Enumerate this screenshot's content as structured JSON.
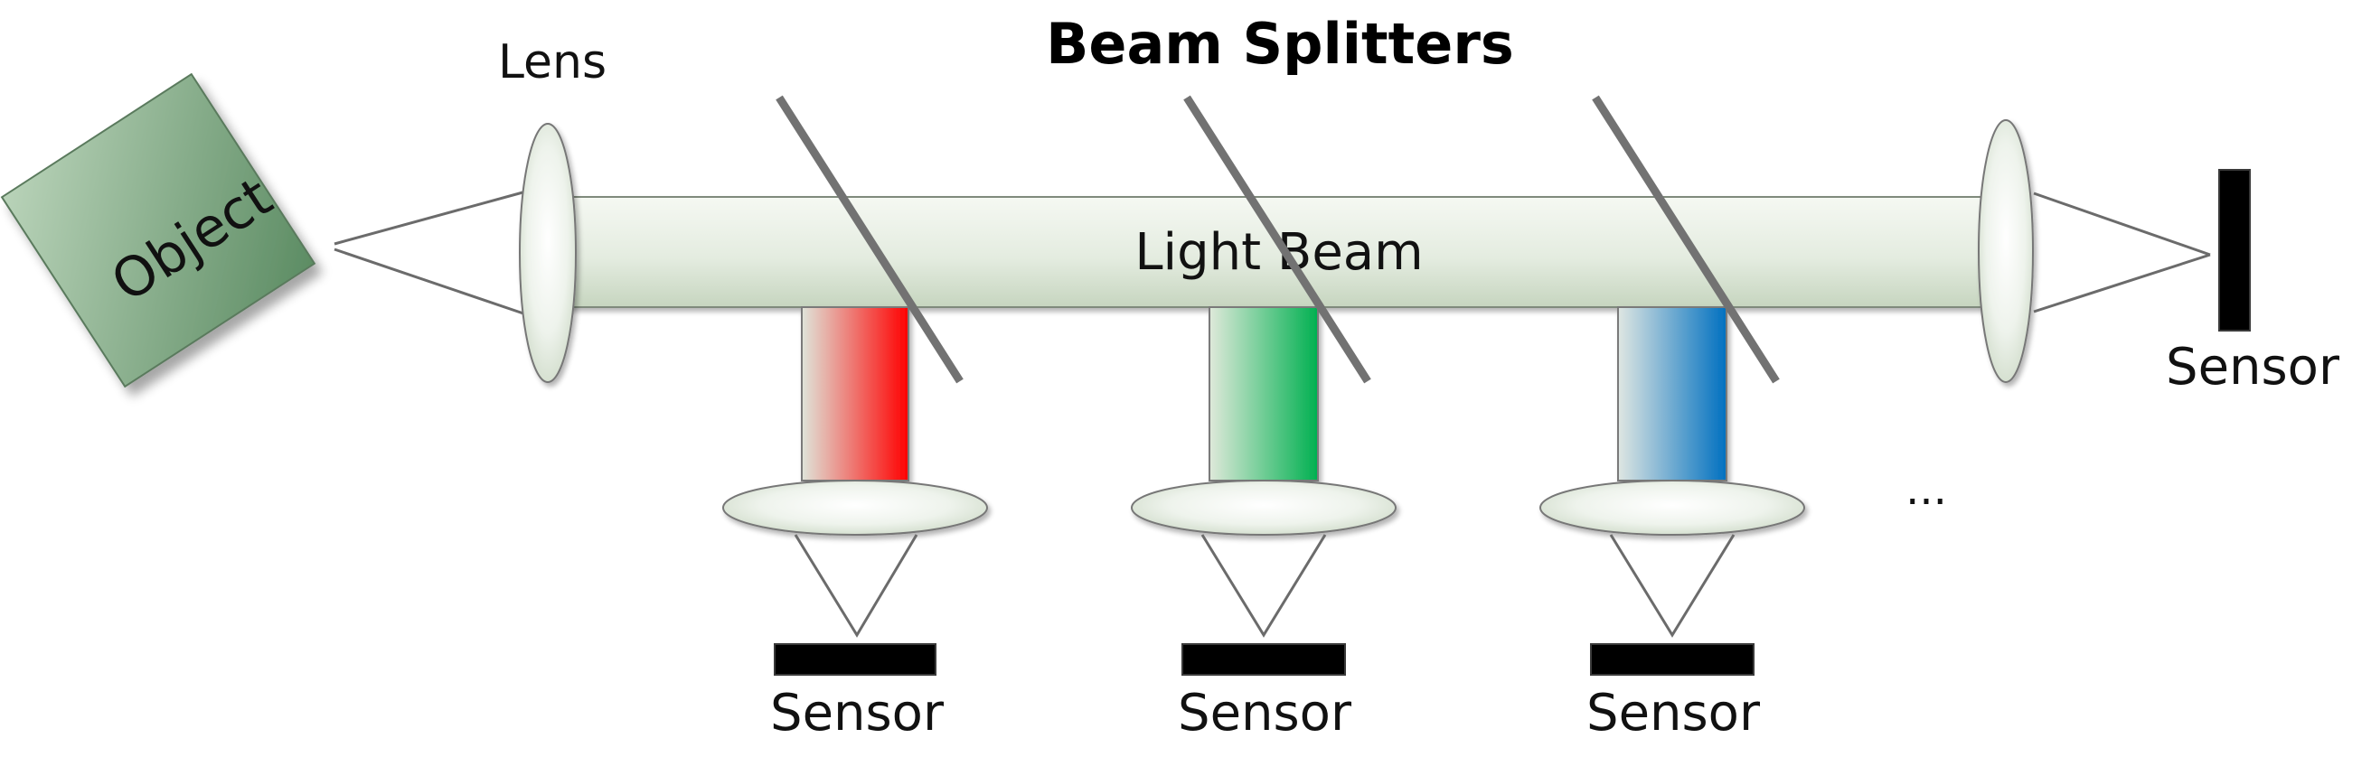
{
  "title": "Beam Splitters",
  "labels": {
    "lens": "Lens",
    "object": "Object",
    "light_beam": "Light Beam",
    "ellipsis": "...",
    "sensor_final": "Sensor",
    "sensors": [
      "Sensor",
      "Sensor",
      "Sensor"
    ]
  },
  "colors": {
    "object_light": "#b8d2b8",
    "object_dark": "#5f8f66",
    "beam_light": "#f3f7f0",
    "beam_dark": "#c9d8c2",
    "lens_fill": "#eef3ec",
    "splitter": "#6f6f6f",
    "sensor": "#000000",
    "channel_red": "#ff0000",
    "channel_green": "#00b050",
    "channel_blue": "#0070c0"
  }
}
